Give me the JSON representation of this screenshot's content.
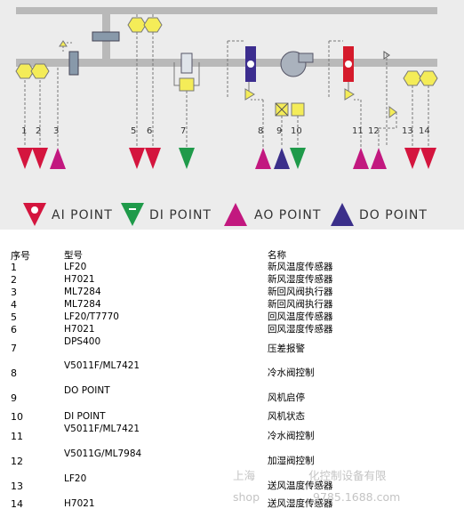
{
  "labels": {
    "numbers": [
      "1",
      "2",
      "3",
      "5",
      "6",
      "7",
      "8",
      "9",
      "10",
      "11",
      "12",
      "13",
      "14"
    ]
  },
  "legend": {
    "ai": "AI POINT",
    "di": "DI POINT",
    "ao": "AO POINT",
    "do": "DO POINT"
  },
  "colors": {
    "ai": "#d4153e",
    "di": "#1f9a4a",
    "ao": "#c2187f",
    "do": "#3b2f8a",
    "sensor": "#f4ec58",
    "duct": "#b9b9b9",
    "coil_cool": "#3c2d8f",
    "coil_heat": "#d51a2b"
  },
  "table": {
    "headers": {
      "no": "序号",
      "model": "型号",
      "name": "名称"
    },
    "rows": [
      {
        "no": "1",
        "model": "LF20",
        "name": "新风温度传感器"
      },
      {
        "no": "2",
        "model": "H7021",
        "name": "新风湿度传感器"
      },
      {
        "no": "3",
        "model": "ML7284",
        "name": "新回风阀执行器"
      },
      {
        "no": "4",
        "model": "ML7284",
        "name": "新回风阀执行器"
      },
      {
        "no": "5",
        "model": "LF20/T7770",
        "name": "回风温度传感器"
      },
      {
        "no": "6",
        "model": "H7021",
        "name": "回风湿度传感器"
      },
      {
        "no": "7",
        "model": "DPS400",
        "name": "压差报警"
      },
      {
        "no": "8",
        "model": "V5011F/ML7421",
        "name": "冷水阀控制"
      },
      {
        "no": "9",
        "model": "DO POINT",
        "name": "风机启停"
      },
      {
        "no": "10",
        "model": "DI POINT",
        "name": "风机状态"
      },
      {
        "no": "11",
        "model": "V5011F/ML7421",
        "name": "冷水阀控制"
      },
      {
        "no": "12",
        "model": "V5011G/ML7984",
        "name": "加湿阀控制"
      },
      {
        "no": "13",
        "model": "LF20",
        "name": "送风温度传感器"
      },
      {
        "no": "14",
        "model": "H7021",
        "name": "送风湿度传感器"
      }
    ]
  },
  "watermark": {
    "line1": "上海",
    "line1b": "化控制设备有限",
    "line2": "shop",
    "line2b": "9785.1688.com"
  }
}
